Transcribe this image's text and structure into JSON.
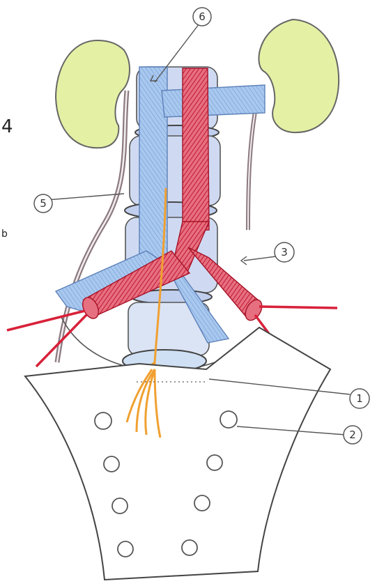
{
  "labels": {
    "l1": "1",
    "l2": "2",
    "l3": "3",
    "l5": "5",
    "l6": "6",
    "edge_left": "4",
    "edge_left_small": "b"
  },
  "colors": {
    "kidney_fill": "#e4f0a4",
    "artery": "#d8213a",
    "vein": "#8fb6e6",
    "nerve": "#f0a030",
    "ureter": "#8c7a80",
    "outline": "#555555"
  }
}
